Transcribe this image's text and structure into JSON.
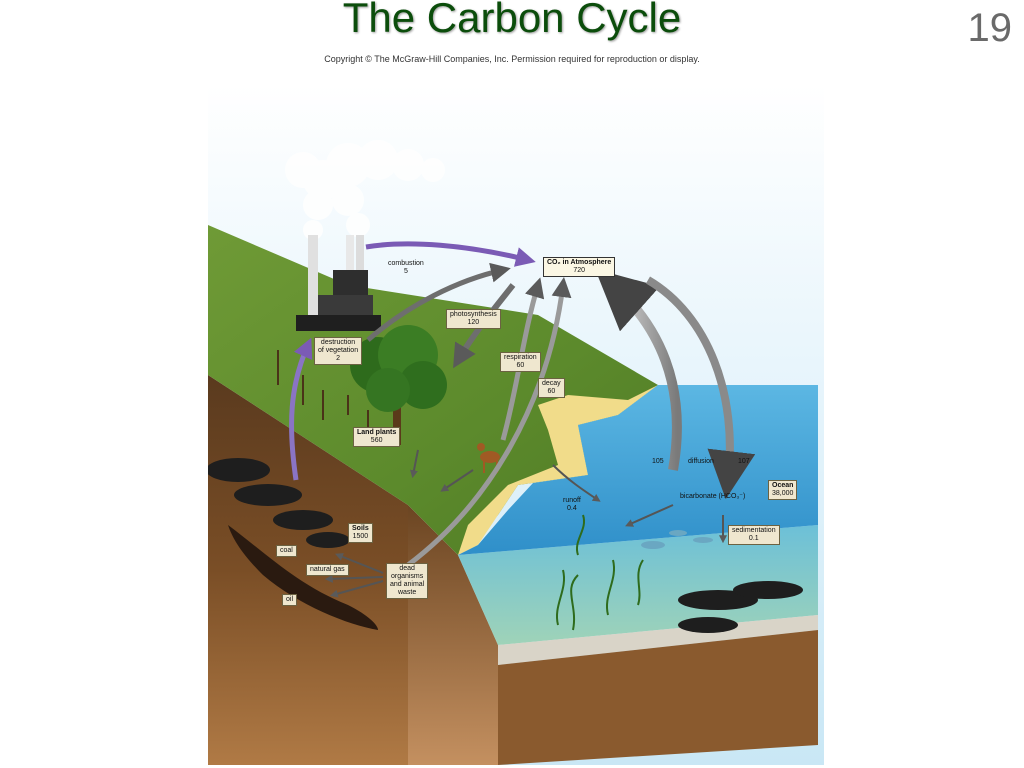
{
  "slide": {
    "title": "The Carbon Cycle",
    "number": "19",
    "copyright": "Copyright © The McGraw-Hill Companies, Inc. Permission required for reproduction or display."
  },
  "diagram": {
    "atmosphere": {
      "label": "CO₂ in Atmosphere",
      "value": "720"
    },
    "combustion": {
      "label": "combustion",
      "value": "5"
    },
    "photosynthesis": {
      "label": "photosynthesis",
      "value": "120"
    },
    "destruction": {
      "label1": "destruction",
      "label2": "of vegetation",
      "value": "2"
    },
    "respiration": {
      "label": "respiration",
      "value": "60"
    },
    "decay": {
      "label": "decay",
      "value": "60"
    },
    "land_plants": {
      "label": "Land plants",
      "value": "560"
    },
    "soils": {
      "label": "Soils",
      "value": "1500"
    },
    "dead": {
      "l1": "dead",
      "l2": "organisms",
      "l3": "and animal",
      "l4": "waste"
    },
    "fossil": {
      "coal": "coal",
      "gas": "natural gas",
      "oil": "oil"
    },
    "diffusion": {
      "left": "105",
      "label": "diffusion",
      "right": "107"
    },
    "runoff": {
      "label": "runoff",
      "value": "0.4"
    },
    "bicarbonate": {
      "label": "bicarbonate (HCO₃⁻)"
    },
    "ocean": {
      "label": "Ocean",
      "value": "38,000"
    },
    "sedimentation": {
      "label": "sedimentation",
      "value": "0.1"
    }
  }
}
